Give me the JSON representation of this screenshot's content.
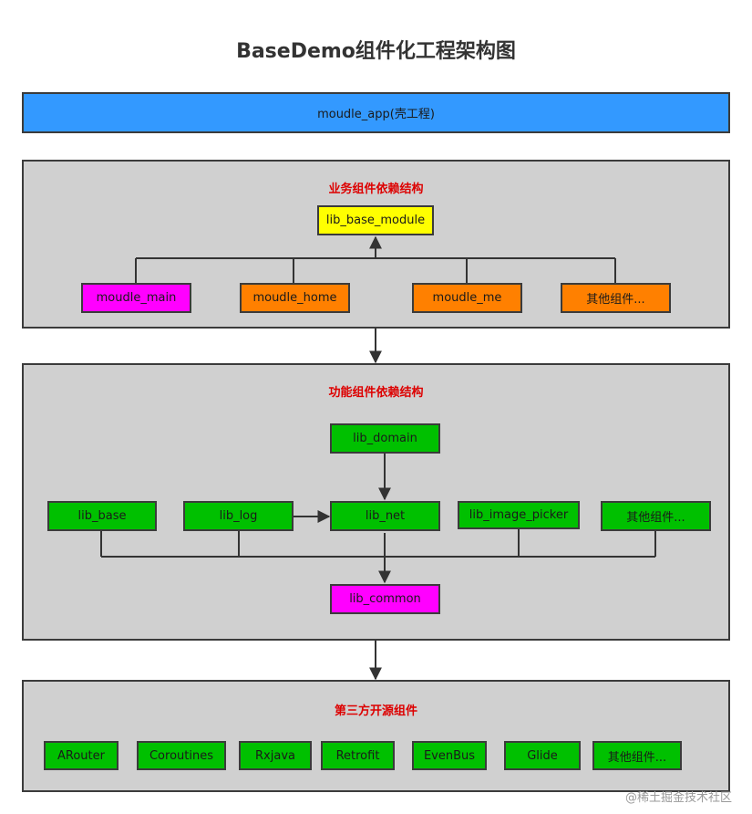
{
  "title": "BaseDemo组件化工程架构图",
  "app_layer": {
    "label": "moudle_app(壳工程)"
  },
  "business": {
    "title": "业务组件依赖结构",
    "base_module": "lib_base_module",
    "modules": [
      "moudle_main",
      "moudle_home",
      "moudle_me",
      "其他组件..."
    ]
  },
  "function": {
    "title": "功能组件依赖结构",
    "domain": "lib_domain",
    "net": "lib_net",
    "common": "lib_common",
    "modules": [
      "lib_base",
      "lib_log",
      "lib_image_picker",
      "其他组件..."
    ]
  },
  "third_party": {
    "title": "第三方开源组件",
    "libs": [
      "ARouter",
      "Coroutines",
      "Rxjava",
      "Retrofit",
      "EvenBus",
      "Glide",
      "其他组件..."
    ]
  },
  "watermark": "@稀土掘金技术社区",
  "colors": {
    "app": "#3399ff",
    "panel": "#d0d0d0",
    "section_title": "#dd0000",
    "yellow": "#ffff00",
    "magenta": "#ff00ff",
    "orange": "#ff8000",
    "green": "#00c000"
  }
}
